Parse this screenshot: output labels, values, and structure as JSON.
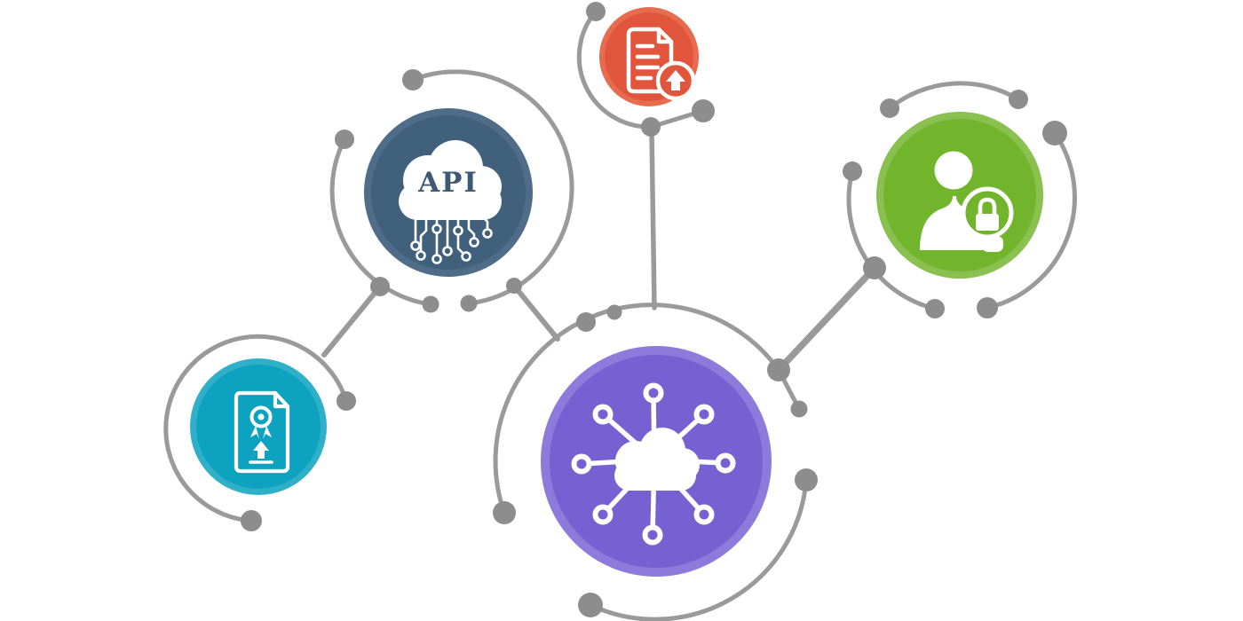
{
  "diagram": {
    "name": "cloud-api-integration-network-illustration",
    "background": "#ffffff"
  },
  "palette": {
    "background": "#ffffff",
    "connector": "#9a9a9a",
    "dot": "#8d8d8d",
    "icon_white": "#ffffff"
  },
  "nodes": {
    "hub": {
      "name": "cloud-network-hub",
      "icon": "cloud-network-icon",
      "rim": "#8d7bdb",
      "main": "#7561d1"
    },
    "api": {
      "name": "api-cloud-circuit",
      "icon": "api-cloud-circuit-icon",
      "label": "API",
      "label_color": "#3d5974",
      "rim": "#4f6d88",
      "main": "#41607c"
    },
    "upload": {
      "name": "document-upload",
      "icon": "document-upload-icon",
      "rim": "#e76b4e",
      "main": "#e0553c"
    },
    "certificate": {
      "name": "certificate-document",
      "icon": "certificate-upload-icon",
      "rim": "#2fb0c8",
      "main": "#0da2bf"
    },
    "user": {
      "name": "user-security",
      "icon": "user-lock-icon",
      "rim": "#8ac04f",
      "main": "#72b52c"
    }
  }
}
